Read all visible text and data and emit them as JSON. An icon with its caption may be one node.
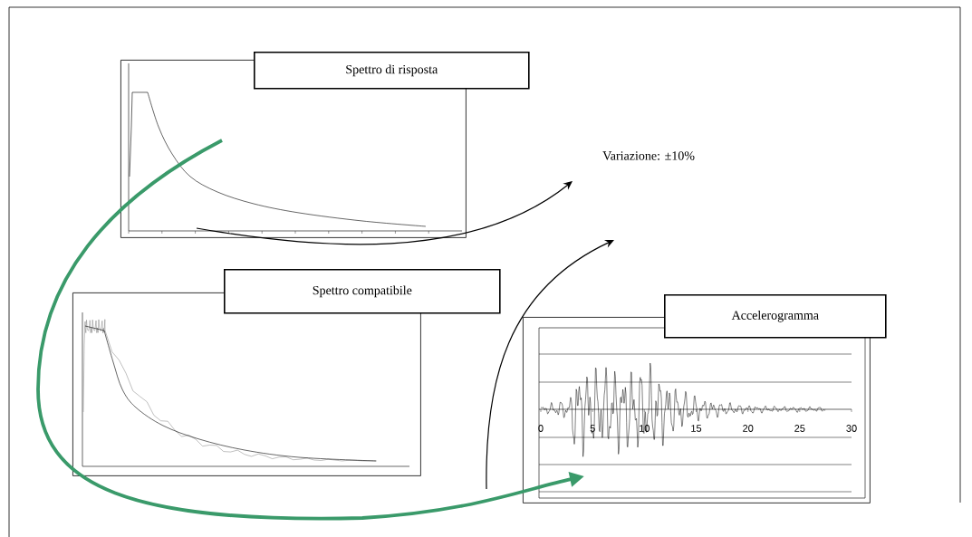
{
  "diagram": {
    "nodes": [
      {
        "text": [
          "Spettro di risposta"
        ]
      },
      {
        "text": [
          "Spettro compatibile"
        ]
      },
      {
        "text": [
          "Accelerogramma"
        ]
      },
      {
        "text": [
          "Variazione: ±10%"
        ]
      }
    ],
    "edges": [
      {
        "from": 0,
        "to": 3,
        "arrow": "to"
      },
      {
        "from": 2,
        "to": null,
        "arrow": "to"
      },
      {
        "from": 0,
        "to": 2,
        "arrow": "to",
        "style": "thick",
        "color": "#3a9a6a"
      }
    ],
    "labels": [
      "0",
      "5",
      "10",
      "15",
      "20",
      "25",
      "30"
    ]
  }
}
